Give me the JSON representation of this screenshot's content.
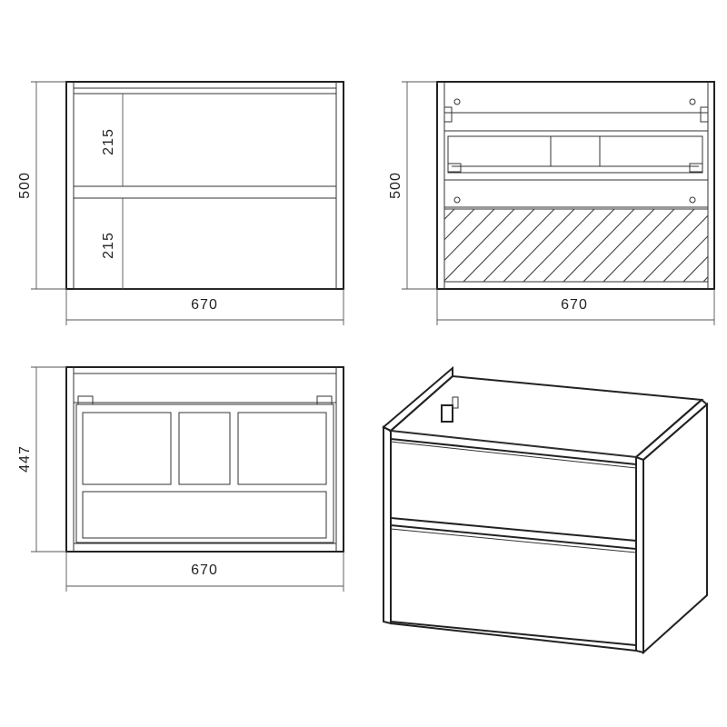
{
  "front_view": {
    "height_label": "500",
    "width_label": "670",
    "drawer_top_label": "215",
    "drawer_bottom_label": "215"
  },
  "rear_view": {
    "height_label": "500",
    "width_label": "670"
  },
  "top_view": {
    "depth_label": "447",
    "width_label": "670"
  },
  "colors": {
    "line": "#222222",
    "dimension": "#555555",
    "background": "#ffffff"
  }
}
